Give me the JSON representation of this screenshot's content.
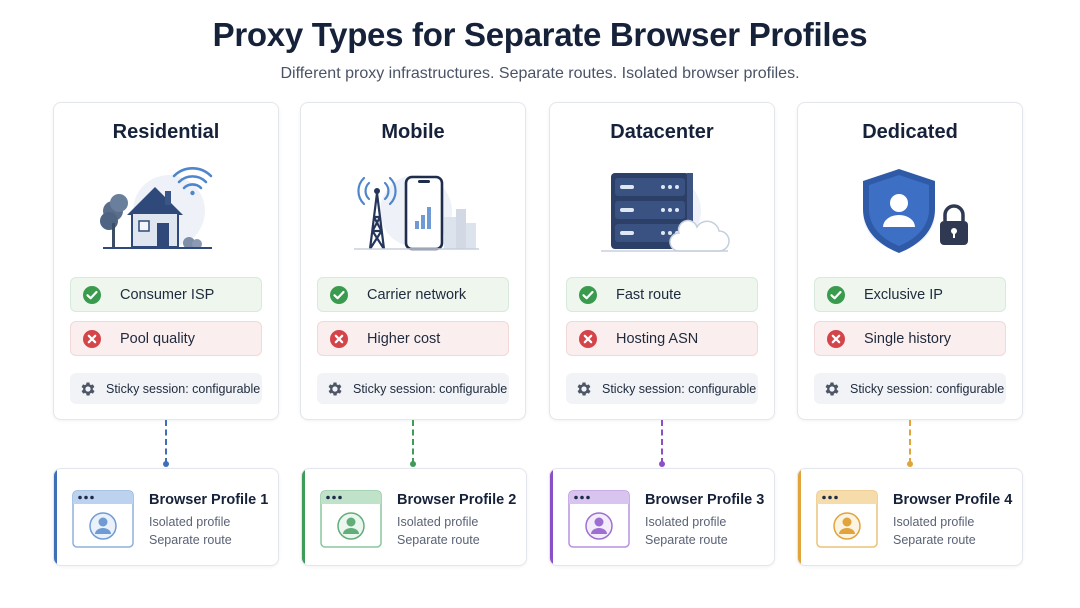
{
  "title": "Proxy Types for Separate Browser Profiles",
  "subtitle": "Different proxy infrastructures. Separate routes. Isolated browser profiles.",
  "colors": {
    "pro": "#3a9a4e",
    "con": "#d4454a",
    "profile_1": "#3f6fb6",
    "profile_2": "#3e9b5a",
    "profile_3": "#8b4fc8",
    "profile_4": "#e0a43a"
  },
  "proxies": [
    {
      "title": "Residential",
      "illustration_icon": "house-with-wifi-icon",
      "pro": "Consumer ISP",
      "con": "Pool quality",
      "sticky": "Sticky session: configurable"
    },
    {
      "title": "Mobile",
      "illustration_icon": "cell-tower-phone-icon",
      "pro": "Carrier network",
      "con": "Higher cost",
      "sticky": "Sticky session: configurable"
    },
    {
      "title": "Datacenter",
      "illustration_icon": "server-rack-cloud-icon",
      "pro": "Fast route",
      "con": "Hosting ASN",
      "sticky": "Sticky session: configurable"
    },
    {
      "title": "Dedicated",
      "illustration_icon": "shield-lock-icon",
      "pro": "Exclusive IP",
      "con": "Single history",
      "sticky": "Sticky session: configurable"
    }
  ],
  "profiles": [
    {
      "title": "Browser Profile 1",
      "line1": "Isolated profile",
      "line2": "Separate route"
    },
    {
      "title": "Browser Profile 2",
      "line1": "Isolated profile",
      "line2": "Separate route"
    },
    {
      "title": "Browser Profile 3",
      "line1": "Isolated profile",
      "line2": "Separate route"
    },
    {
      "title": "Browser Profile 4",
      "line1": "Isolated profile",
      "line2": "Separate route"
    }
  ]
}
